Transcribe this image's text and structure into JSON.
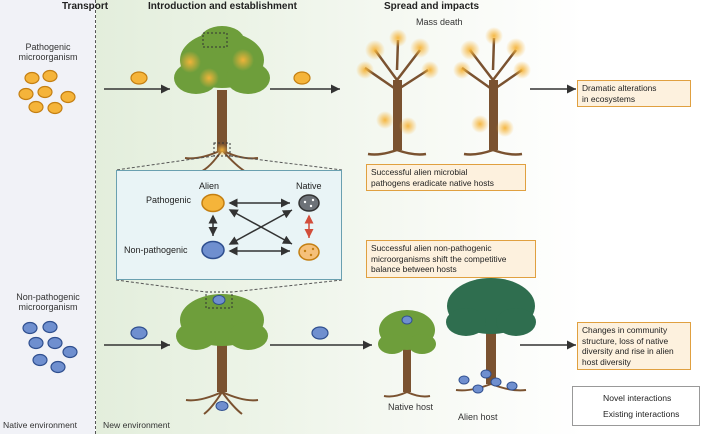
{
  "headers": {
    "transport": "Transport",
    "introduction": "Introduction and establishment",
    "spread": "Spread and impacts"
  },
  "labels": {
    "pathogenic_microorganism": [
      "Pathogenic",
      "microorganism"
    ],
    "non_pathogenic_microorganism": [
      "Non-pathogenic",
      "microorganism"
    ],
    "mass_death": "Mass death",
    "native_environment": "Native environment",
    "new_environment": "New environment",
    "native_host": "Native host",
    "alien_host": "Alien host"
  },
  "inset": {
    "alien": "Alien",
    "native": "Native",
    "pathogenic": "Pathogenic",
    "non_pathogenic": "Non-pathogenic"
  },
  "boxes": {
    "dramatic": [
      "Dramatic alterations",
      "in ecosystems"
    ],
    "eradicate": [
      "Successful alien microbial",
      "pathogens eradicate native hosts"
    ],
    "shift": [
      "Successful alien non-pathogenic",
      "microorganisms shift the competitive",
      "balance between hosts"
    ],
    "changes": [
      "Changes in community",
      "structure, loss of native",
      "diversity and rise in alien",
      "host diversity"
    ]
  },
  "legend": {
    "novel": "Novel interactions",
    "existing": "Existing interactions"
  },
  "colors": {
    "pathogen": "#f5b43a",
    "nonpathogen": "#6f8fcf",
    "canopy": "#6e9e3b",
    "trunk": "#7a5230",
    "novel_arrow": "#333333",
    "existing_arrow": "#d24d3a"
  }
}
